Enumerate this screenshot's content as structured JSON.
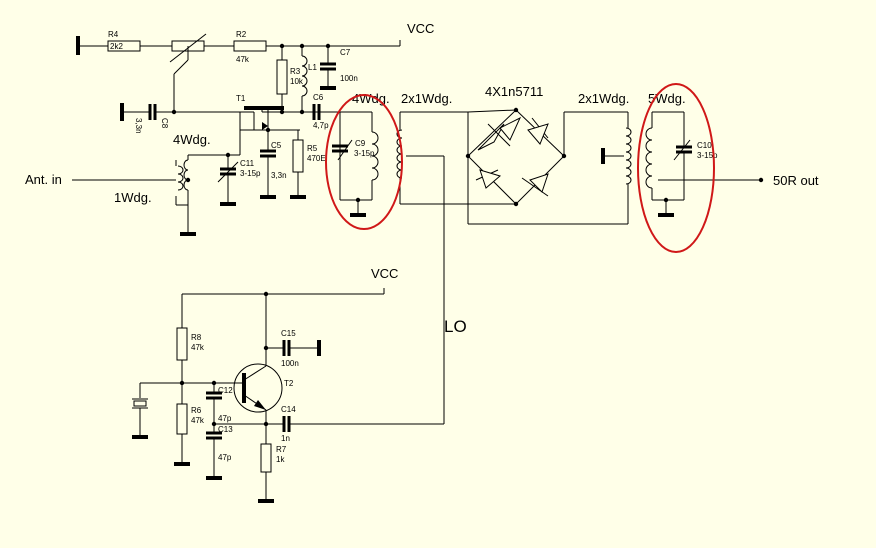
{
  "labels": {
    "vcc_top": "VCC",
    "vcc_bottom": "VCC",
    "ant_in": "Ant. in",
    "out": "50R out",
    "lo": "LO",
    "mixer": "4X1n5711",
    "wdg_in_primary": "1Wdg.",
    "wdg_in_secondary": "4Wdg.",
    "wdg_left_tank": "4Wdg.",
    "wdg_left_link": "2x1Wdg.",
    "wdg_right_link": "2x1Wdg.",
    "wdg_right_tank": "5Wdg."
  },
  "components": {
    "R4": {
      "ref": "R4",
      "value": "2k2"
    },
    "R2": {
      "ref": "R2",
      "value": "47k"
    },
    "R3": {
      "ref": "R3",
      "value": "10k"
    },
    "L1": {
      "ref": "L1"
    },
    "C7": {
      "ref": "C7",
      "value": "100n"
    },
    "C8": {
      "ref": "C8",
      "value": "3,3n"
    },
    "T1": {
      "ref": "T1"
    },
    "C6": {
      "ref": "C6",
      "value": "4,7p"
    },
    "C11": {
      "ref": "C11",
      "value": "3-15p"
    },
    "C5": {
      "ref": "C5",
      "value": "3,3n"
    },
    "R5": {
      "ref": "R5",
      "value": "470E"
    },
    "C9": {
      "ref": "C9",
      "value": "3-15p"
    },
    "C10": {
      "ref": "C10",
      "value": "3-15p"
    },
    "R8": {
      "ref": "R8",
      "value": "47k"
    },
    "R6": {
      "ref": "R6",
      "value": "47k"
    },
    "T2": {
      "ref": "T2"
    },
    "C15": {
      "ref": "C15",
      "value": "100n"
    },
    "C12": {
      "ref": "C12",
      "value": "47p"
    },
    "C13": {
      "ref": "C13",
      "value": "47p"
    },
    "C14": {
      "ref": "C14",
      "value": "1n"
    },
    "R7": {
      "ref": "R7",
      "value": "1k"
    }
  },
  "colors": {
    "background": "#ffffe8",
    "wire": "#000000",
    "highlight": "#d01818"
  }
}
